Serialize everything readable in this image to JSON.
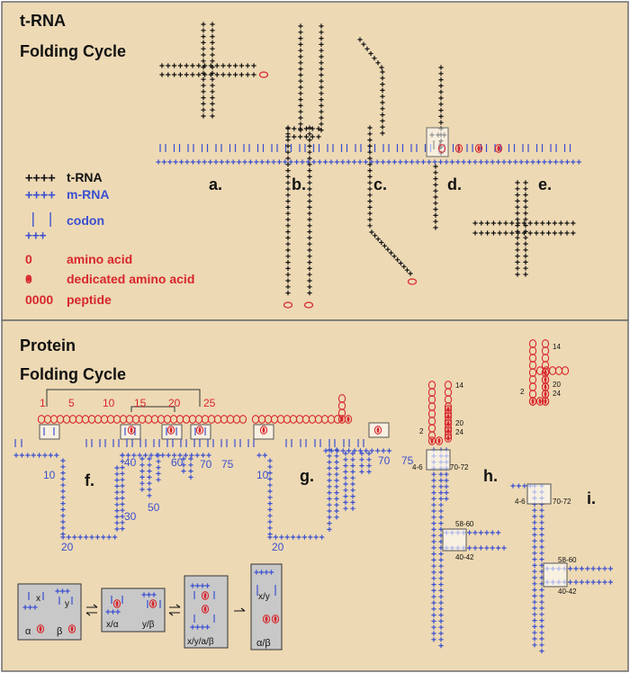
{
  "colors": {
    "panel": "#edd9b4",
    "panel_border": "#6b6b6b",
    "trna": "#111111",
    "mrna": "#3a4fd0",
    "amino": "#d8262d",
    "box_fill": "#c8c8c8"
  },
  "trna_panel": {
    "title_line1": "t-RNA",
    "title_line2": "Folding Cycle",
    "stage_labels": [
      "a.",
      "b.",
      "c.",
      "d.",
      "e."
    ],
    "legend": [
      {
        "symbol": "++++",
        "label": "t-RNA",
        "color": "trna"
      },
      {
        "symbol": "++++",
        "label": "m-RNA",
        "color": "mrna"
      },
      {
        "symbol": "| |",
        "symbol2": "+++",
        "label": "codon",
        "color": "mrna"
      },
      {
        "symbol": "0",
        "label": "amino acid",
        "color": "amino"
      },
      {
        "symbol": "0",
        "label": "dedicated amino acid",
        "color": "amino"
      },
      {
        "symbol": "0000",
        "label": "peptide",
        "color": "amino"
      }
    ]
  },
  "protein_panel": {
    "title_line1": "Protein",
    "title_line2": "Folding Cycle",
    "stage_labels": [
      "f.",
      "g.",
      "h.",
      "i."
    ],
    "position_numbers": [
      "1",
      "5",
      "10",
      "15",
      "20",
      "25"
    ],
    "f_numbers": [
      "10",
      "20",
      "30",
      "40",
      "50",
      "60",
      "70",
      "75"
    ],
    "g_numbers": [
      "10",
      "20",
      "70",
      "75"
    ],
    "h_labels": [
      "14",
      "20",
      "24",
      "2",
      "4-6",
      "70-72",
      "58-60",
      "40-42"
    ],
    "i_labels": [
      "14",
      "20",
      "24",
      "2",
      "4-6",
      "70-72",
      "58-60",
      "40-42"
    ],
    "cycle_boxes": [
      {
        "top_left": "x",
        "top_right": "y",
        "bottom_left": "α",
        "bottom_right": "β"
      },
      {
        "label_left": "x/α",
        "label_right": "y/β"
      },
      {
        "label": "x/y/a/β"
      },
      {
        "label_top": "x/y",
        "label_bottom": "α/β"
      }
    ]
  }
}
